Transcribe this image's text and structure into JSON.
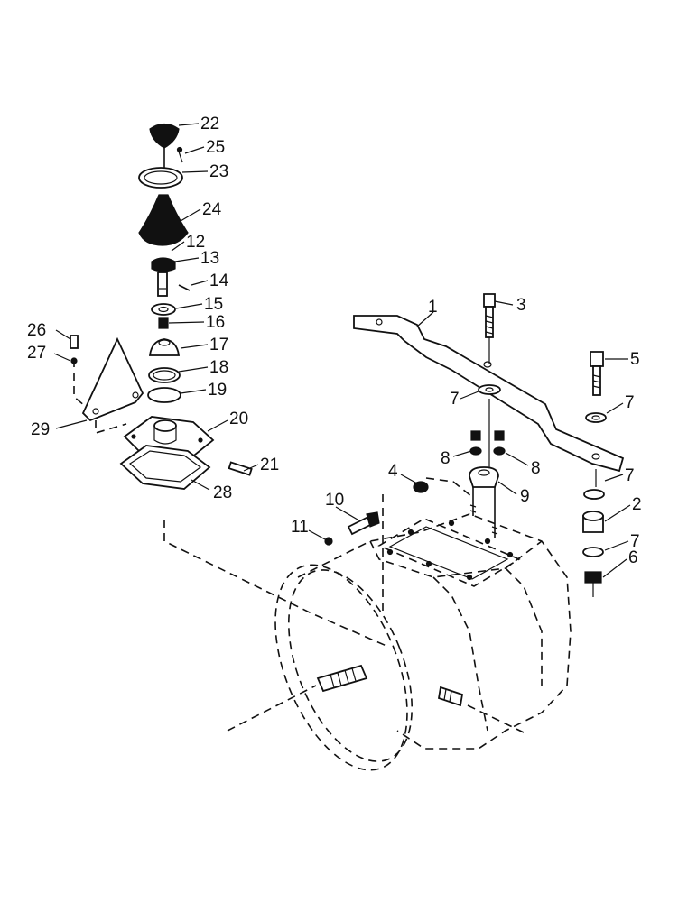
{
  "diagram": {
    "callouts": [
      "1",
      "2",
      "3",
      "4",
      "5",
      "6",
      "7",
      "7",
      "7",
      "7",
      "8",
      "8",
      "9",
      "10",
      "11",
      "12",
      "13",
      "14",
      "15",
      "16",
      "17",
      "18",
      "19",
      "20",
      "21",
      "22",
      "23",
      "24",
      "25",
      "26",
      "27",
      "28",
      "29"
    ]
  }
}
